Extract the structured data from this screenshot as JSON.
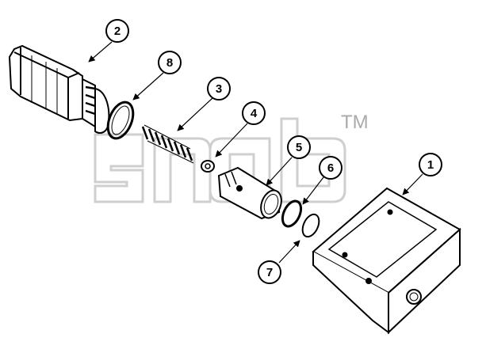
{
  "diagram": {
    "watermark": {
      "trademark": "TM"
    },
    "callouts": [
      {
        "id": "2",
        "label": "2"
      },
      {
        "id": "8",
        "label": "8"
      },
      {
        "id": "3",
        "label": "3"
      },
      {
        "id": "4",
        "label": "4"
      },
      {
        "id": "5",
        "label": "5"
      },
      {
        "id": "6",
        "label": "6"
      },
      {
        "id": "1",
        "label": "1"
      },
      {
        "id": "7",
        "label": "7"
      }
    ]
  }
}
